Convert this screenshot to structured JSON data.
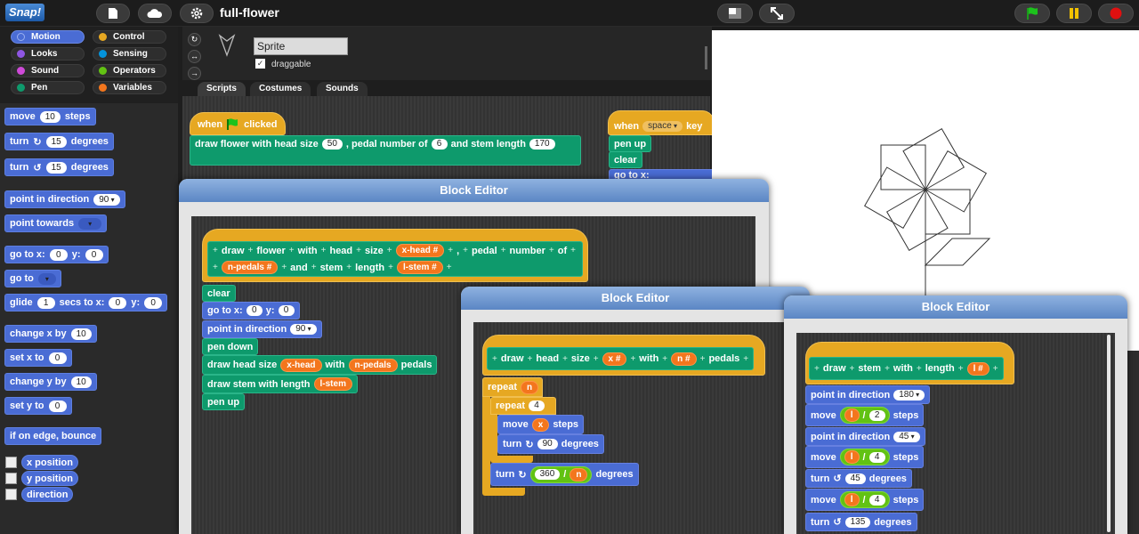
{
  "app": {
    "logo": "Snap!",
    "project_name": "full-flower"
  },
  "categories": [
    {
      "label": "Motion",
      "color": "#4a6cd4",
      "selected": true
    },
    {
      "label": "Control",
      "color": "#e6a822"
    },
    {
      "label": "Looks",
      "color": "#8f56e3"
    },
    {
      "label": "Sensing",
      "color": "#0494dc"
    },
    {
      "label": "Sound",
      "color": "#cf4ad9"
    },
    {
      "label": "Operators",
      "color": "#62c213"
    },
    {
      "label": "Pen",
      "color": "#0e9a6c"
    },
    {
      "label": "Variables",
      "color": "#f3761d"
    }
  ],
  "palette": {
    "move": {
      "a": "move",
      "v": "10",
      "b": "steps"
    },
    "turn_cw": {
      "a": "turn",
      "v": "15",
      "b": "degrees"
    },
    "turn_ccw": {
      "a": "turn",
      "v": "15",
      "b": "degrees"
    },
    "point_dir": {
      "a": "point in direction",
      "v": "90"
    },
    "point_towards": {
      "a": "point towards"
    },
    "goto_xy": {
      "a": "go to x:",
      "v1": "0",
      "b": "y:",
      "v2": "0"
    },
    "goto": {
      "a": "go to"
    },
    "glide": {
      "a": "glide",
      "v1": "1",
      "b": "secs to x:",
      "v2": "0",
      "c": "y:",
      "v3": "0"
    },
    "change_x": {
      "a": "change x by",
      "v": "10"
    },
    "set_x": {
      "a": "set x to",
      "v": "0"
    },
    "change_y": {
      "a": "change y by",
      "v": "10"
    },
    "set_y": {
      "a": "set y to",
      "v": "0"
    },
    "bounce": {
      "a": "if on edge, bounce"
    },
    "reporters": [
      "x position",
      "y position",
      "direction"
    ]
  },
  "sprite": {
    "name": "Sprite",
    "draggable_label": "draggable"
  },
  "tabs": [
    "Scripts",
    "Costumes",
    "Sounds"
  ],
  "script1": {
    "hat_a": "when",
    "hat_b": "clicked",
    "line1": "draw flower with head size",
    "v1": "50",
    "mid": ", pedal number of",
    "v2": "6",
    "end": "and stem length",
    "v3": "170"
  },
  "script2": {
    "hat_a": "when",
    "key": "space",
    "hat_b": "key",
    "l1": "pen up",
    "l2": "clear",
    "l3": "go to x:"
  },
  "editor1": {
    "title": "Block Editor",
    "proto": {
      "w1": "draw",
      "w2": "flower",
      "w3": "with",
      "w4": "head",
      "w5": "size",
      "p1": "x-head #",
      "w6": ",",
      "w7": "pedal",
      "w8": "number",
      "w9": "of",
      "p2": "n-pedals #",
      "w10": "and",
      "w11": "stem",
      "w12": "length",
      "p3": "l-stem #"
    },
    "clear": "clear",
    "goto": {
      "a": "go to x:",
      "v1": "0",
      "b": "y:",
      "v2": "0"
    },
    "pdir": {
      "a": "point in direction",
      "v": "90"
    },
    "pendown": "pen down",
    "head": {
      "a": "draw head size",
      "v1": "x-head",
      "b": "with",
      "v2": "n-pedals",
      "c": "pedals"
    },
    "stem": {
      "a": "draw stem with length",
      "v": "l-stem"
    },
    "penup": "pen up"
  },
  "editor2": {
    "title": "Block Editor",
    "proto": {
      "w1": "draw",
      "w2": "head",
      "w3": "size",
      "p1": "x #",
      "w4": "with",
      "p2": "n #",
      "w5": "pedals"
    },
    "repeat_outer": {
      "a": "repeat",
      "v": "n"
    },
    "repeat_inner": {
      "a": "repeat",
      "v": "4"
    },
    "move": {
      "a": "move",
      "v": "x",
      "b": "steps"
    },
    "turn90": {
      "a": "turn",
      "v": "90",
      "b": "degrees"
    },
    "turn360": {
      "a": "turn",
      "v1": "360",
      "op": "/",
      "v2": "n",
      "b": "degrees"
    }
  },
  "editor3": {
    "title": "Block Editor",
    "proto": {
      "w1": "draw",
      "w2": "stem",
      "w3": "with",
      "w4": "length",
      "p1": "l #"
    },
    "b1": {
      "a": "point in direction",
      "v": "180"
    },
    "b2": {
      "a": "move",
      "v1": "l",
      "op": "/",
      "v2": "2",
      "b": "steps"
    },
    "b3": {
      "a": "point in direction",
      "v": "45"
    },
    "b4": {
      "a": "move",
      "v1": "l",
      "op": "/",
      "v2": "4",
      "b": "steps"
    },
    "b5": {
      "a": "turn",
      "v": "45",
      "b": "degrees"
    },
    "b6": {
      "a": "move",
      "v1": "l",
      "op": "/",
      "v2": "4",
      "b": "steps"
    },
    "b7": {
      "a": "turn",
      "v": "135",
      "b": "degrees"
    }
  }
}
